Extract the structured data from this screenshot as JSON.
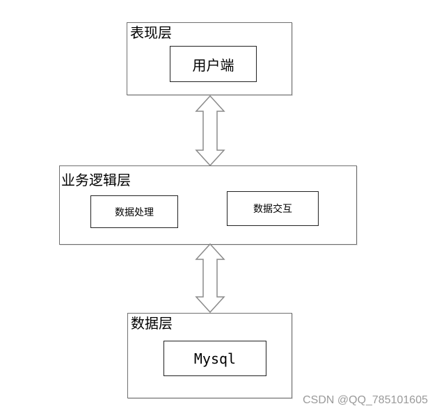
{
  "diagram": {
    "presentation_layer": {
      "title": "表现层",
      "node": "用户端"
    },
    "business_logic_layer": {
      "title": "业务逻辑层",
      "nodes": [
        "数据处理",
        "数据交互"
      ]
    },
    "data_layer": {
      "title": "数据层",
      "node": "Mysql"
    }
  },
  "watermark": "CSDN @QQ_785101605",
  "colors": {
    "background": "#ffffff",
    "outline": "#202020",
    "container_outline": "#6f6f6f",
    "watermark": "#9a9a9a"
  }
}
